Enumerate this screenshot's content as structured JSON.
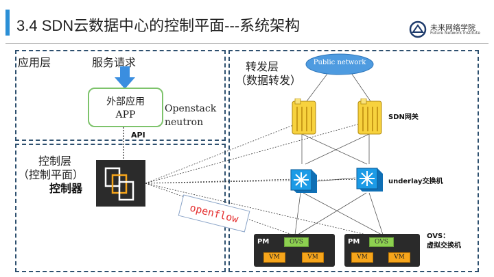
{
  "header": {
    "title": "3.4 SDN云数据中心的控制平面---系统架构",
    "logo_cn": "未来网络学院",
    "logo_en": "Future Network Institute"
  },
  "app_layer": {
    "label": "应用层",
    "service_request": "服务请求",
    "app_box_line1": "外部应用",
    "app_box_line2": "APP",
    "openstack": "Openstack",
    "neutron": "neutron",
    "api": "API"
  },
  "control_layer": {
    "label_line1": "控制层",
    "label_line2": "（控制平面）",
    "controller": "控制器",
    "openflow": "openflow"
  },
  "forwarding_layer": {
    "label_line1": "转发层",
    "label_line2": "（数据转发）",
    "public_network": "Public network",
    "sdn_gateway": "SDN网关",
    "underlay_switch": "underlay交换机",
    "ovs_label_line1": "OVS：",
    "ovs_label_line2": "虚拟交换机",
    "pm_left": {
      "pm": "PM",
      "ovs": "OVS",
      "vm1": "VM",
      "vm2": "VM"
    },
    "pm_right": {
      "pm": "PM",
      "ovs": "OVS",
      "vm1": "VM",
      "vm2": "VM"
    }
  },
  "colors": {
    "accent": "#2b8fd6",
    "panel_border": "#2d4f6e",
    "gateway": "#f7d23e",
    "switch": "#1c8fd6",
    "ovs_green": "#8dd050",
    "vm_orange": "#f6a51b",
    "openflow_red": "#e53030"
  }
}
